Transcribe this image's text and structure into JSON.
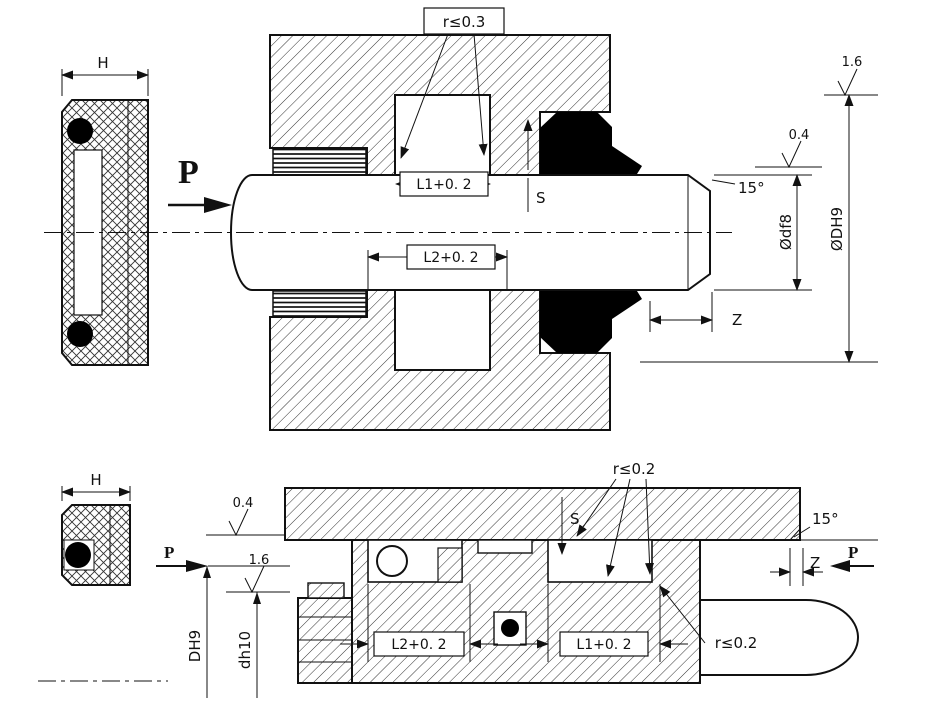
{
  "page": {
    "background": "#ffffff",
    "line_color": "#111111",
    "seal_fill": "#000000"
  },
  "top_view": {
    "radius_note": "r≤0.3",
    "height_dim": "H",
    "pressure_label": "P",
    "groove_length_1": "L1+0. 2",
    "groove_length_2": "L2+0. 2",
    "seal_height": "S",
    "chamfer_angle": "15°",
    "rod_diameter": "Ødf8",
    "bore_diameter": "ØDH9",
    "roughness_bore": "1.6",
    "roughness_groove": "0.4",
    "chamfer_length": "Z"
  },
  "bottom_view": {
    "height_dim": "H",
    "roughness_groove": "0.4",
    "roughness_bore": "1.6",
    "pressure_left": "P",
    "bore_diameter": "DH9",
    "groove_diameter": "dh10",
    "seal_height": "S",
    "radius_note_top": "r≤0.2",
    "radius_note_bottom": "r≤0.2",
    "chamfer_angle": "15°",
    "chamfer_length": "Z",
    "pressure_right": "P",
    "groove_length_2": "L2+0. 2",
    "groove_length_1": "L1+0. 2"
  }
}
